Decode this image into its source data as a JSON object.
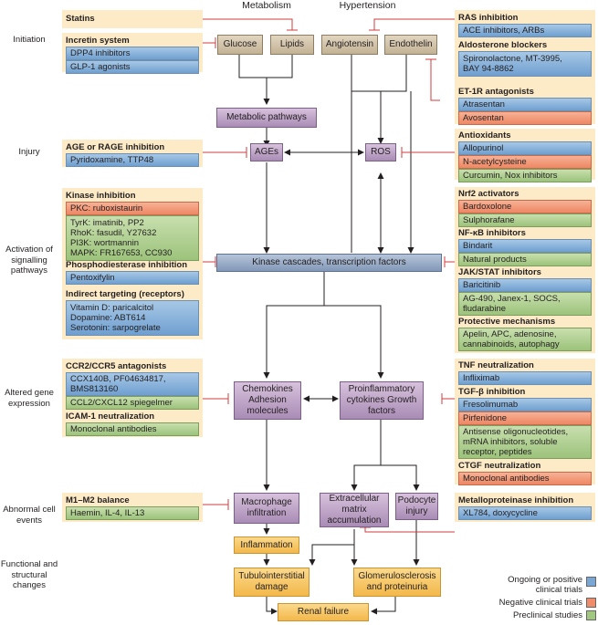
{
  "columns": {
    "metabolism": "Metabolism",
    "hypertension": "Hypertension"
  },
  "stages": {
    "initiation": "Initiation",
    "injury": "Injury",
    "activation": "Activation of signalling pathways",
    "altered": "Altered gene expression",
    "abnormal": "Abnormal cell events",
    "functional": "Functional and structural changes"
  },
  "nodes": {
    "glucose": "Glucose",
    "lipids": "Lipids",
    "angiotensin": "Angiotensin",
    "endothelin": "Endothelin",
    "metabolic": "Metabolic pathways",
    "ages": "AGEs",
    "ros": "ROS",
    "kinase": "Kinase cascades, transcription factors",
    "chemokines": "Chemokines Adhesion molecules",
    "cytokines": "Proinflammatory cytokines Growth factors",
    "macrophage": "Macrophage infiltration",
    "ecm": "Extracellular matrix accumulation",
    "podocyte": "Podocyte injury",
    "inflammation": "Inflammation",
    "tubulo": "Tubulointerstitial damage",
    "glomerulo": "Glomerulosclerosis and proteinuria",
    "renal": "Renal failure"
  },
  "left": {
    "statins": "Statins",
    "incretin": {
      "title": "Incretin system",
      "items": [
        "DPP4 inhibitors",
        "GLP-1 agonists"
      ]
    },
    "age": {
      "title": "AGE or RAGE inhibition",
      "items": [
        "Pyridoxamine, TTP48"
      ]
    },
    "kinase": {
      "title": "Kinase inhibition",
      "red": "PKC: ruboxistaurin",
      "green": [
        "TyrK: imatinib, PP2",
        "RhoK: fasudil, Y27632",
        "PI3K: wortmannin",
        "MAPK: FR167653, CC930"
      ]
    },
    "pde": {
      "title": "Phosphodiesterase inhibition",
      "items": [
        "Pentoxifylin"
      ]
    },
    "indirect": {
      "title": "Indirect targeting (receptors)",
      "items": [
        "Vitamin D: paricalcitol",
        "Dopamine: ABT614",
        "Serotonin: sarpogrelate"
      ]
    },
    "ccr": {
      "title": "CCR2/CCR5 antagonists",
      "blue": [
        "CCX140B, PF04634817,",
        "BMS813160"
      ],
      "green": "CCL2/CXCL12 spiegelmer"
    },
    "icam": {
      "title": "ICAM-1 neutralization",
      "items": [
        "Monoclonal antibodies"
      ]
    },
    "m1m2": {
      "title": "M1–M2 balance",
      "items": [
        "Haemin, IL-4, IL-13"
      ]
    }
  },
  "right": {
    "ras": {
      "title": "RAS inhibition",
      "items": [
        "ACE inhibitors, ARBs"
      ]
    },
    "aldo": {
      "title": "Aldosterone blockers",
      "items": [
        "Spironolactone, MT-3995,",
        "BAY 94-8862"
      ]
    },
    "et1r": {
      "title": "ET-1R antagonists",
      "blue": "Atrasentan",
      "red": "Avosentan"
    },
    "antiox": {
      "title": "Antioxidants",
      "blue": "Allopurinol",
      "red": "N-acetylcysteine",
      "green": "Curcumin, Nox inhibitors"
    },
    "nrf2": {
      "title": "Nrf2 activators",
      "red": "Bardoxolone",
      "green": "Sulphorafane"
    },
    "nfkb": {
      "title": "NF-κB inhibitors",
      "blue": "Bindarit",
      "green": "Natural products"
    },
    "jak": {
      "title": "JAK/STAT inhibitors",
      "blue": "Baricitinib",
      "green": [
        "AG-490, Janex-1, SOCS,",
        "fludarabine"
      ]
    },
    "protective": {
      "title": "Protective mechanisms",
      "green": [
        "Apelin, APC, adenosine,",
        "cannabinoids, autophagy"
      ]
    },
    "tnf": {
      "title": "TNF neutralization",
      "blue": "Infliximab"
    },
    "tgfb": {
      "title": "TGF-β inhibition",
      "blue": "Fresolimumab",
      "red": "Pirfenidone",
      "green": [
        "Antisense oligonucleotides,",
        "mRNA inhibitors, soluble",
        "receptor, peptides"
      ]
    },
    "ctgf": {
      "title": "CTGF neutralization",
      "red": "Monoclonal antibodies"
    },
    "mmp": {
      "title": "Metalloproteinase inhibition",
      "blue": "XL784, doxycycline"
    }
  },
  "legend": {
    "ongoing": "Ongoing or positive clinical trials",
    "negative": "Negative clinical trials",
    "preclinical": "Preclinical studies",
    "colors": {
      "ongoing": "#7aa6d4",
      "negative": "#ef8c69",
      "preclinical": "#a2c780"
    }
  }
}
